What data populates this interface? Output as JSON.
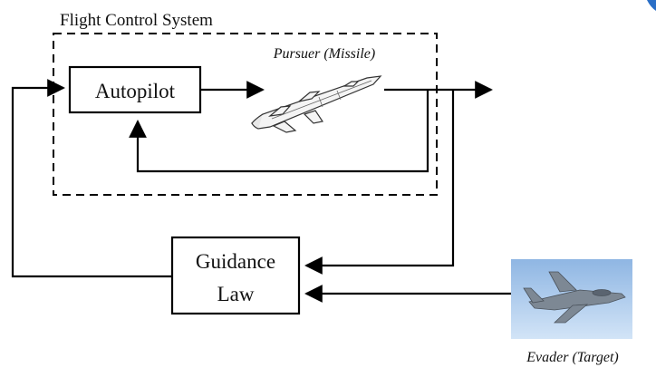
{
  "diagram": {
    "system_title": "Flight Control System",
    "autopilot_label": "Autopilot",
    "pursuer_label": "Pursuer (Missile)",
    "guidance_line1": "Guidance",
    "guidance_line2": "Law",
    "evader_label": "Evader (Target)"
  },
  "colors": {
    "line": "#000000",
    "sky_top": "#8fb6e3",
    "sky_bottom": "#d2e4f7",
    "accent_corner": "#2a6fc7"
  },
  "icons": {
    "pursuer": "missile-icon",
    "evader": "fighter-jet-photo"
  }
}
